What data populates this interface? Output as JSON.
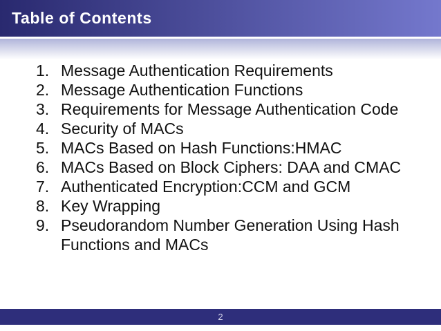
{
  "slide": {
    "title": "Table of Contents",
    "page_number": "2",
    "toc": {
      "items": [
        {
          "num": "1.",
          "text": "Message Authentication Requirements"
        },
        {
          "num": "2.",
          "text": "Message Authentication Functions"
        },
        {
          "num": "3.",
          "text": "Requirements for Message Authentication Code"
        },
        {
          "num": "4.",
          "text": "Security of MACs"
        },
        {
          "num": "5.",
          "text": "MACs Based on Hash Functions:HMAC"
        },
        {
          "num": "6.",
          "text": "MACs Based on Block Ciphers: DAA and CMAC"
        },
        {
          "num": "7.",
          "text": "Authenticated Encryption:CCM and GCM"
        },
        {
          "num": "8.",
          "text": "Key Wrapping"
        },
        {
          "num": "9.",
          "text": "Pseudorandom Number Generation Using Hash\nFunctions and MACs"
        }
      ]
    },
    "colors": {
      "header_gradient_left": "#29296f",
      "header_gradient_right": "#7478cd",
      "footer_bar": "#2e2e7b",
      "body_text": "#111111",
      "title_text": "#ffffff"
    }
  }
}
